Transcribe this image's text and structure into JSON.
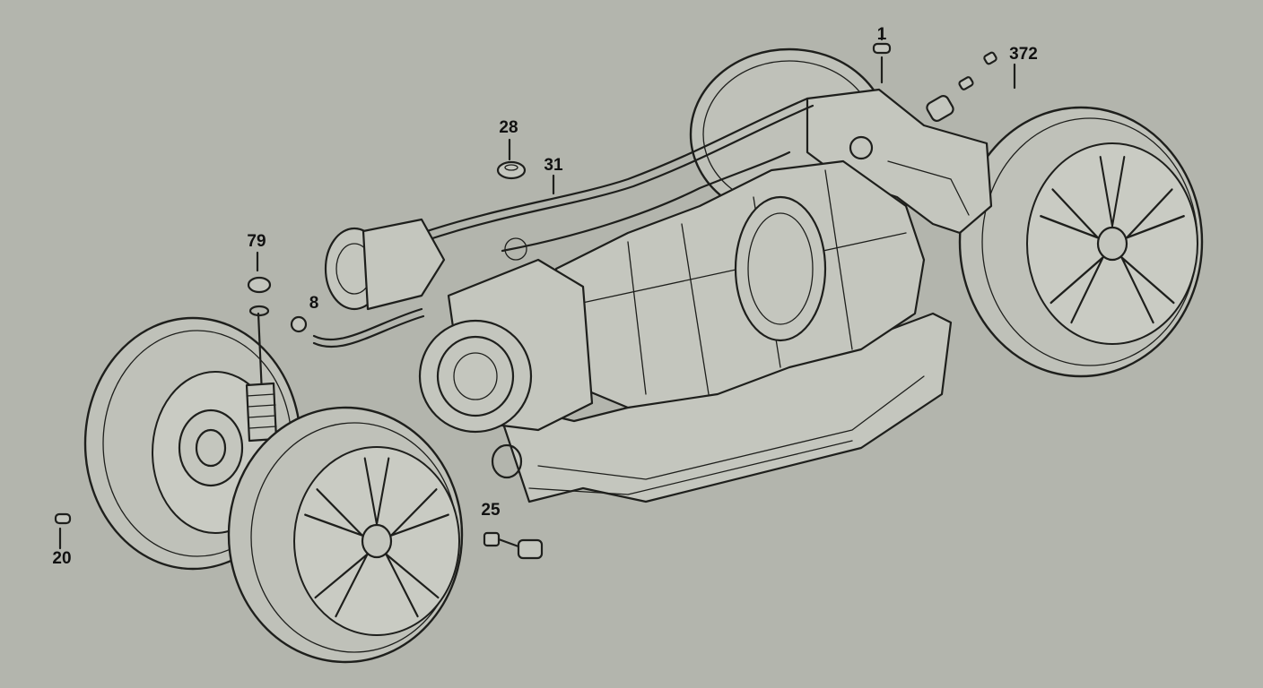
{
  "callouts": [
    {
      "id": "callout-1",
      "text": "1"
    },
    {
      "id": "callout-372",
      "text": "372"
    },
    {
      "id": "callout-28",
      "text": "28"
    },
    {
      "id": "callout-31",
      "text": "31"
    },
    {
      "id": "callout-79",
      "text": "79"
    },
    {
      "id": "callout-8",
      "text": "8"
    },
    {
      "id": "callout-25",
      "text": "25"
    },
    {
      "id": "callout-20",
      "text": "20"
    }
  ],
  "colors": {
    "background": "#b3b5ad",
    "ink": "#1e1f1c",
    "fill": "#c4c6be"
  }
}
